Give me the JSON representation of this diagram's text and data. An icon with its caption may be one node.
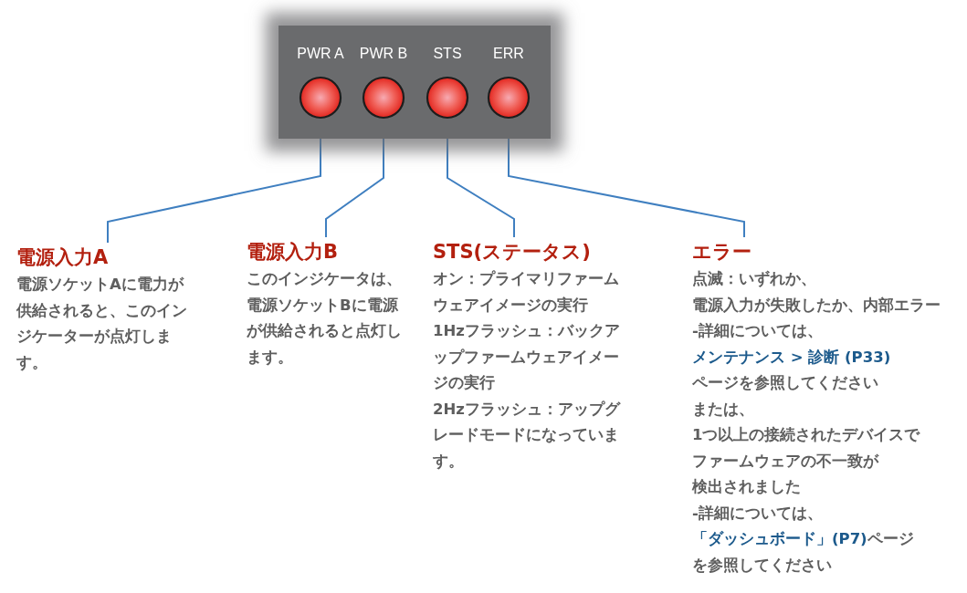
{
  "diagram": {
    "nodes": [
      {
        "text": [],
        "shape": "box"
      },
      {
        "text": [
          "PWR A"
        ],
        "in": 0
      },
      {
        "text": [
          "PWR B"
        ],
        "in": 0
      },
      {
        "text": [
          "STS"
        ],
        "in": 0
      },
      {
        "text": [
          "ERR"
        ],
        "in": 0
      },
      {
        "text": [
          "電源入力A",
          "電源ソケットAに電力が供給されると、このインジケーターが点灯します。"
        ]
      },
      {
        "text": [
          "電源入力B",
          "このインジケータは、電源ソケットBに電源が供給されると点灯します。"
        ]
      },
      {
        "text": [
          "STS(ステータス)",
          "オン：プライマリファームウェアイメージの実行",
          "1Hzフラッシュ：バックアップファームウェアイメージの実行",
          "2Hzフラッシュ：アップグレードモードになっています。"
        ]
      },
      {
        "text": [
          "エラー",
          "点滅：いずれか、",
          "電源入力が失敗したか、内部エラー",
          "-詳細については、",
          "メンテナンス > 診断 (P33)",
          "ページを参照してください",
          "または、",
          "1つ以上の接続されたデバイスで",
          "ファームウェアの不一致が",
          "検出されました",
          "-詳細については、",
          "「ダッシュボード」(P7)",
          "ページを参照してください"
        ]
      }
    ],
    "edges": [
      {
        "from": 1,
        "to": 5,
        "arrow": "none"
      },
      {
        "from": 2,
        "to": 6,
        "arrow": "none"
      },
      {
        "from": 3,
        "to": 7,
        "arrow": "none"
      },
      {
        "from": 4,
        "to": 8,
        "arrow": "none"
      }
    ]
  }
}
